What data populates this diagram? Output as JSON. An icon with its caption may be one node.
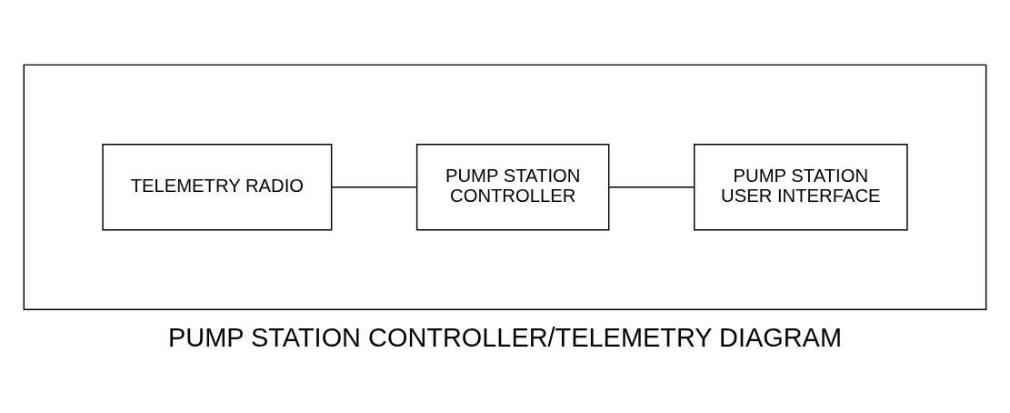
{
  "diagram": {
    "title": "PUMP STATION CONTROLLER/TELEMETRY DIAGRAM",
    "nodes": [
      {
        "text": [],
        "shape": "box"
      },
      {
        "text": [
          "TELEMETRY RADIO"
        ],
        "in": 0
      },
      {
        "text": [
          "PUMP STATION CONTROLLER"
        ],
        "in": 0
      },
      {
        "text": [
          "PUMP STATION USER INTERFACE"
        ],
        "in": 0
      }
    ],
    "edges": [
      {
        "from": 1,
        "to": 2,
        "arrow": "none"
      },
      {
        "from": 2,
        "to": 3,
        "arrow": "none"
      }
    ]
  }
}
